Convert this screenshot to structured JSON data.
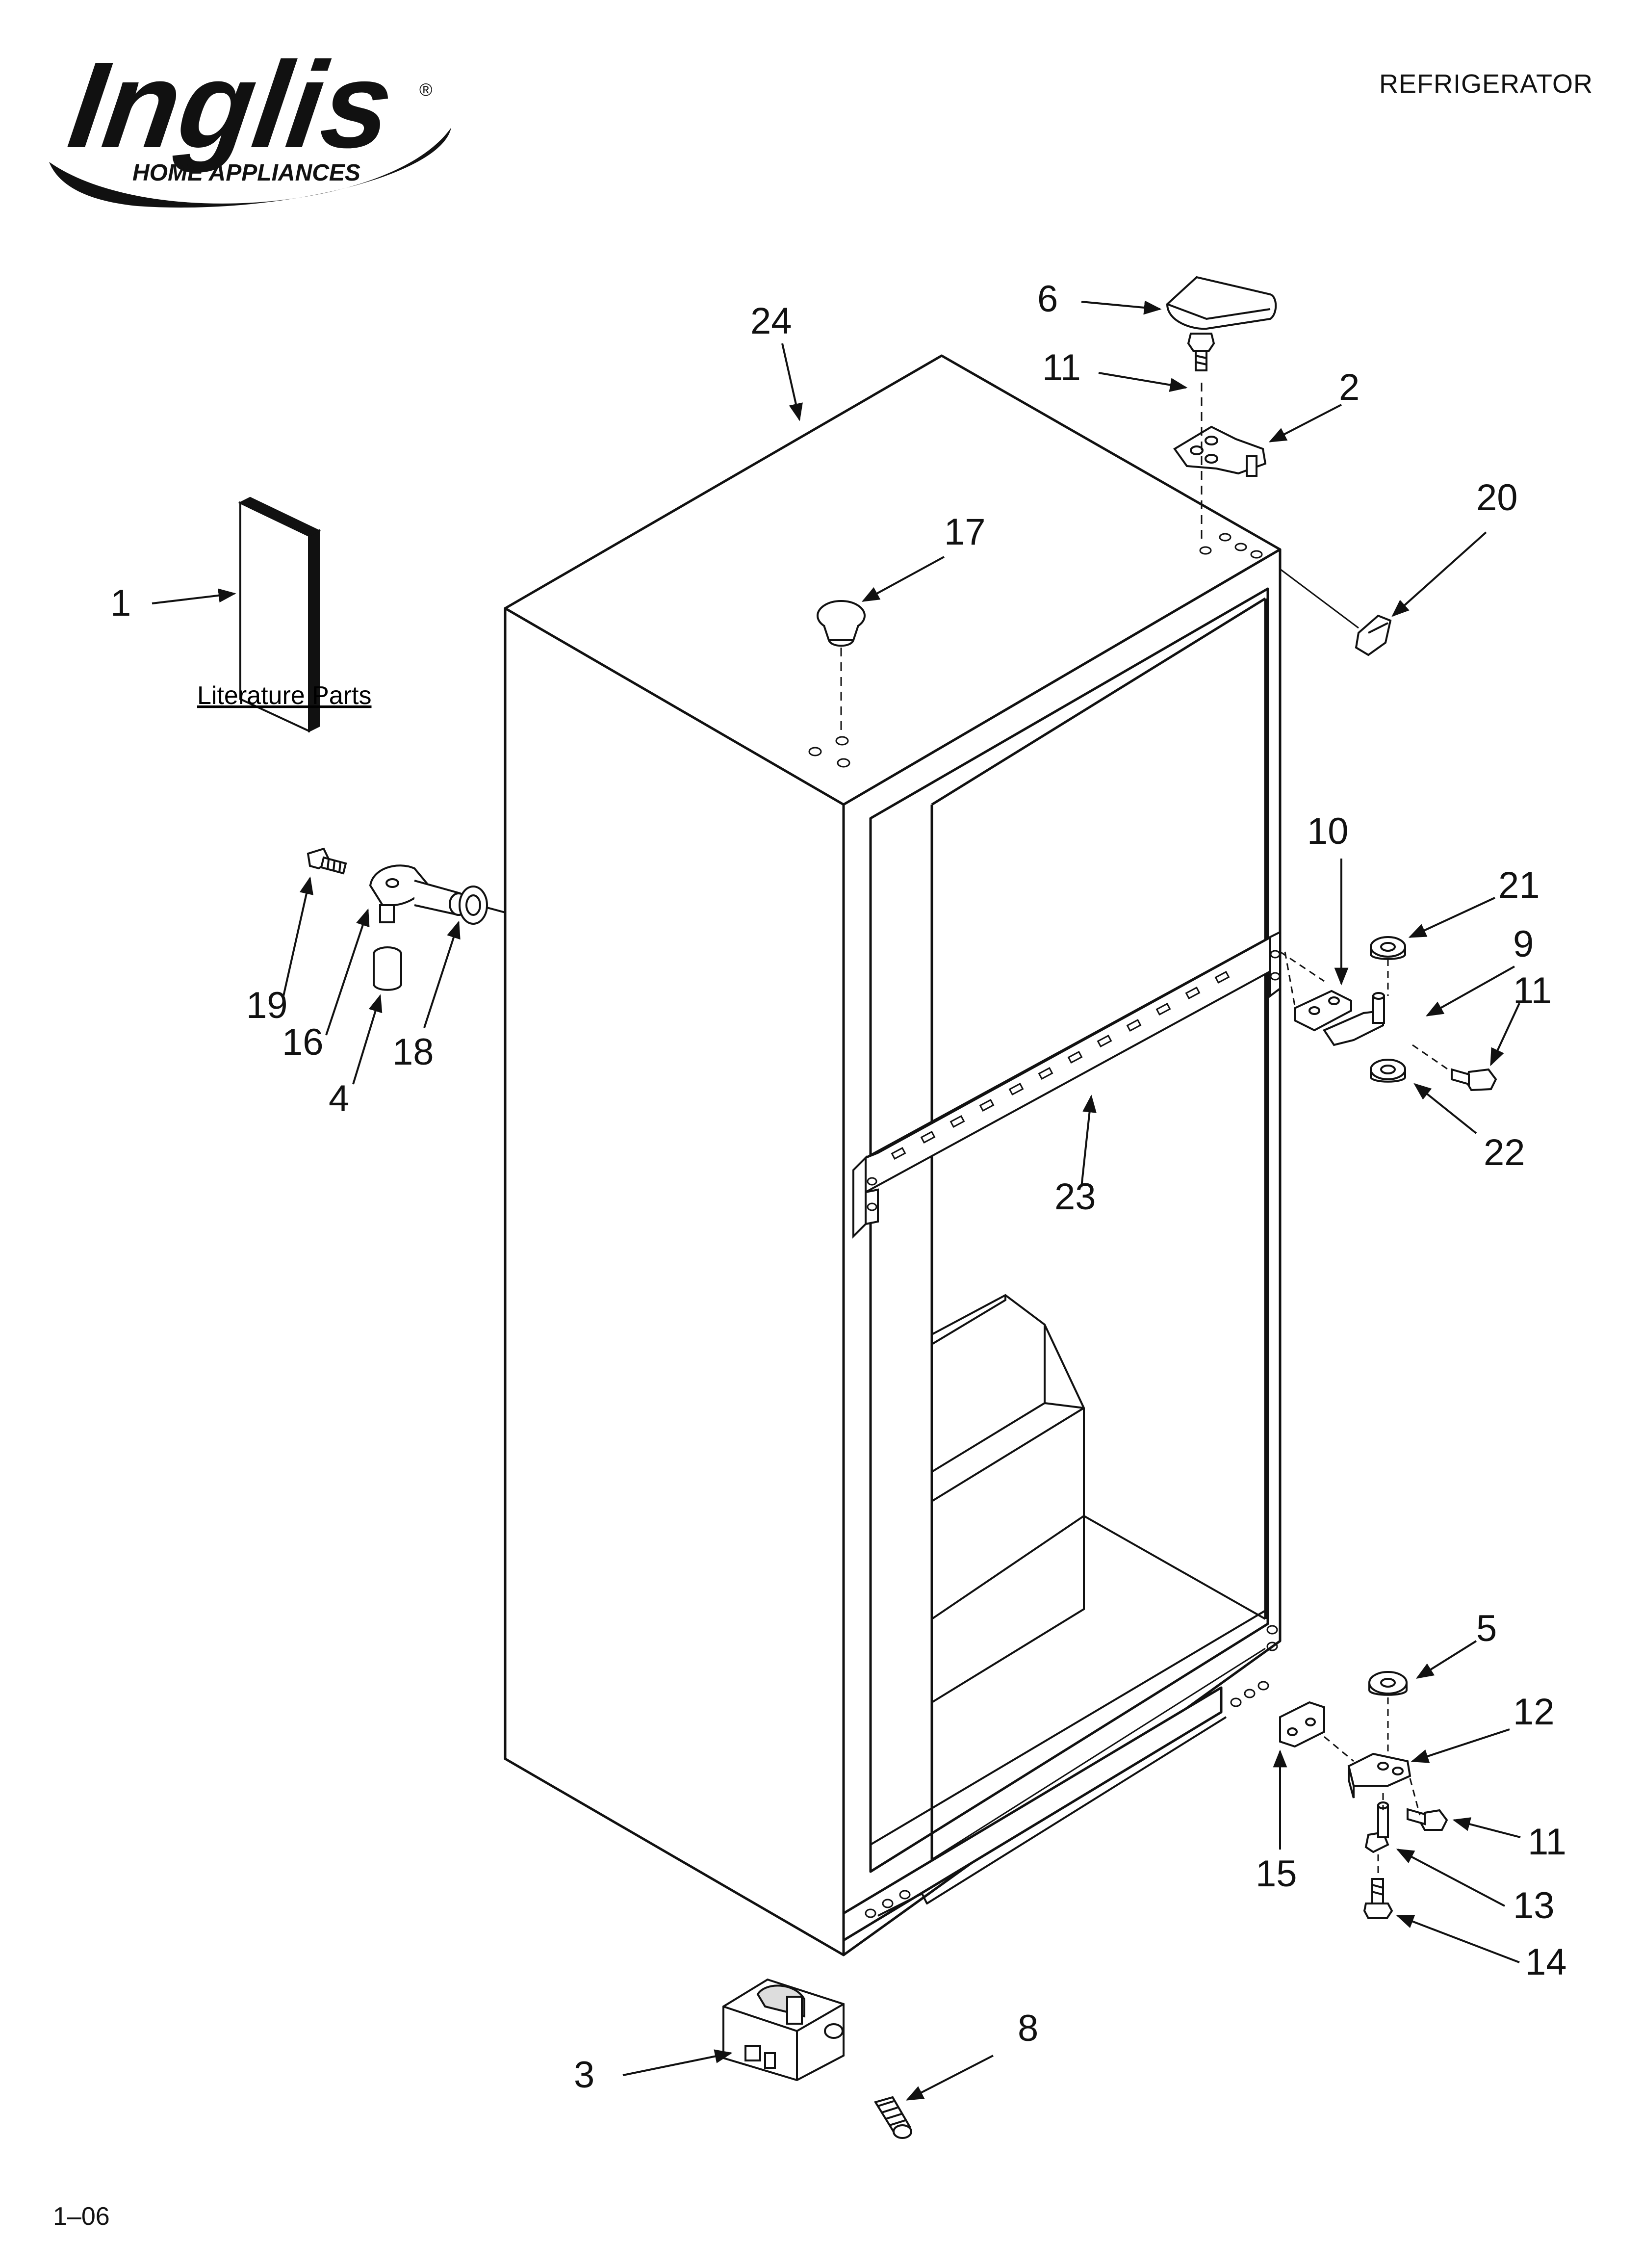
{
  "brand": {
    "name": "Inglis",
    "tagline": "HOME APPLIANCES",
    "registered_mark": "®"
  },
  "header": {
    "title": "REFRIGERATOR"
  },
  "footer": {
    "code": "1–06"
  },
  "literature": {
    "label": "Literature Parts"
  },
  "callouts": {
    "c1": "1",
    "c2": "2",
    "c3": "3",
    "c4": "4",
    "c5": "5",
    "c6": "6",
    "c8": "8",
    "c9": "9",
    "c10": "10",
    "c11a": "11",
    "c11b": "11",
    "c11c": "11",
    "c12": "12",
    "c13": "13",
    "c14": "14",
    "c15": "15",
    "c16": "16",
    "c17": "17",
    "c18": "18",
    "c19": "19",
    "c20": "20",
    "c21": "21",
    "c22": "22",
    "c23": "23",
    "c24": "24"
  }
}
